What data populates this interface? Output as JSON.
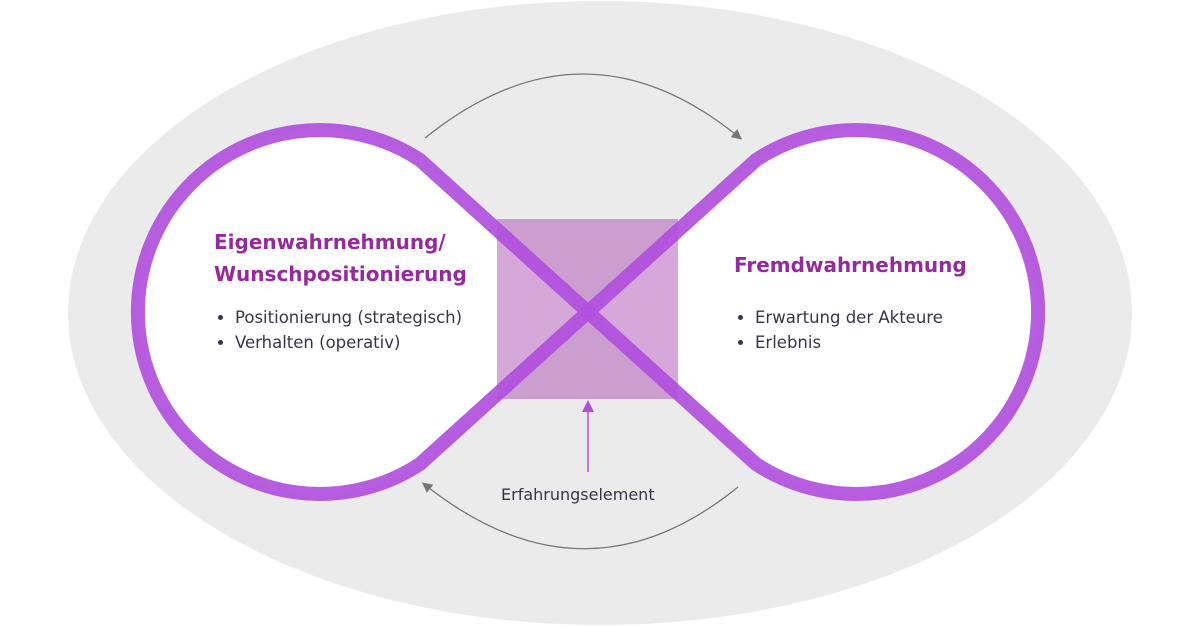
{
  "left": {
    "title_line1": "Eigenwahrnehmung/",
    "title_line2": "Wunschpositionierung",
    "items": [
      "Positionierung (strategisch)",
      "Verhalten (operativ)"
    ]
  },
  "right": {
    "title": "Fremdwahrnehmung",
    "items": [
      "Erwartung der Akteure",
      "Erlebnis"
    ]
  },
  "center_label": "Erfahrungselement",
  "colors": {
    "background": "#ebebeb",
    "loop": "#b04fdd",
    "square": "#a849b0",
    "heading": "#952a9c"
  }
}
